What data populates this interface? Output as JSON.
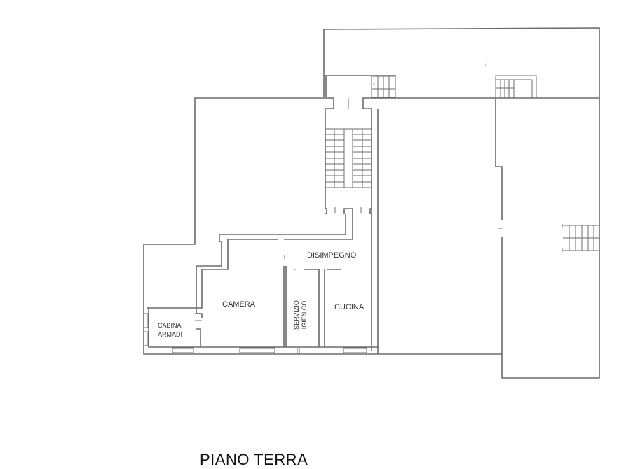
{
  "drawing": {
    "title": "PIANO TERRA",
    "line_color": "#6b6b6b",
    "background": "#ffffff"
  },
  "rooms": {
    "disimpegno": "DISIMPEGNO",
    "camera": "CAMERA",
    "servizio_line1": "SERVIZIO",
    "servizio_line2": "IGIENICO",
    "cucina": "CUCINA",
    "cabina_line1": "CABINA",
    "cabina_line2": "ARMADI"
  },
  "annotations": {
    "small_mark": "i"
  }
}
